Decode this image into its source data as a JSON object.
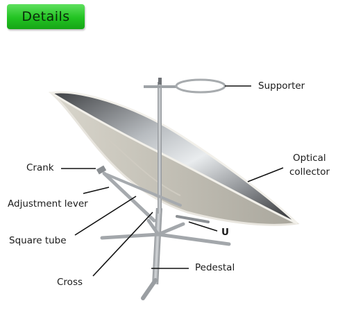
{
  "header": {
    "title": "Details"
  },
  "labels": {
    "supporter": "Supporter",
    "optical_collector_line1": "Optical",
    "optical_collector_line2": "collector",
    "crank": "Crank",
    "adjustment_lever": "Adjustment lever",
    "square_tube": "Square tube",
    "u": "U",
    "pedestal": "Pedestal",
    "cross": "Cross"
  },
  "colors": {
    "badge_green": "#22c322",
    "metal": "#b9bcc0",
    "dish_rim": "#e6e3dc",
    "leader_line": "#111111"
  }
}
